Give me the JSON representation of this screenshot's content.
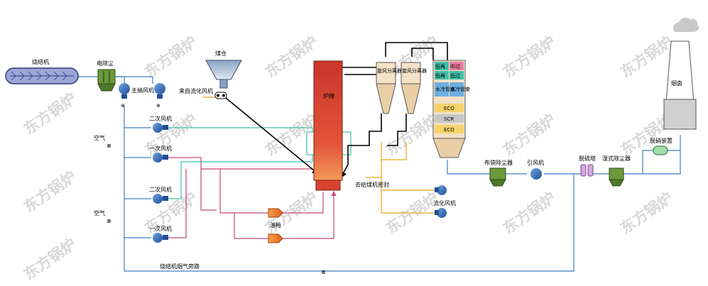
{
  "watermark": "东方锅炉",
  "labels": {
    "sinter_machine": "烧结机",
    "esp": "电除尘",
    "main_fan": "主抽风机",
    "coal_bunker": "煤仓",
    "fluidizing_air_in": "来自流化风机",
    "secondary_fan_1": "二次风机",
    "primary_fan_1": "一次风机",
    "secondary_fan_2": "二次风机",
    "primary_fan_2": "一次风机",
    "air_1": "空气",
    "air_2": "空气",
    "furnace": "炉膛",
    "cyclone_1": "旋风分离器",
    "cyclone_2": "旋风分离器",
    "coal_feed_seal": "去给煤机密封",
    "oil_gun": "油枪",
    "fluidizing_fan": "流化风机",
    "sinter_bypass": "烧结机烟气旁路",
    "bag_filter": "布袋除尘器",
    "id_fan": "引风机",
    "desulfurization_tower": "脱硫塔",
    "wet_esp": "湿式除尘器",
    "denitration": "脱硝装置",
    "chimney": "烟囱"
  },
  "backpass": {
    "row1": [
      "低再",
      "中过"
    ],
    "row2": [
      "低再",
      "低过"
    ],
    "row3": [
      "水冷管束",
      "水冷管束"
    ],
    "eco1": "ECO",
    "scr": "SCR",
    "eco2": "ECO"
  },
  "colors": {
    "flue_gas": "#3a7fc1",
    "secondary_air": "#3fc0a8",
    "primary_air": "#c4477c",
    "fluidizing_air": "#e6a317",
    "coal": "#000000",
    "furnace_top": "#c8352a",
    "furnace_bottom": "#f08040"
  }
}
